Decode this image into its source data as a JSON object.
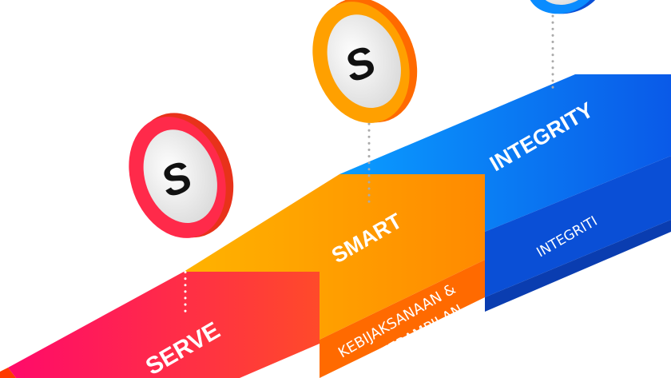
{
  "steps": [
    {
      "title": "SERVE",
      "subtitle": "",
      "color": "#ff1a5e"
    },
    {
      "title": "SMART",
      "subtitle_line1": "KEBIJAKSANAAN &",
      "subtitle_line2": "BERKETERAMPILAN",
      "color": "#ff9500"
    },
    {
      "title": "INTEGRITY",
      "subtitle": "INTEGRITI",
      "color": "#0a6cf0"
    }
  ],
  "badge_letter": "S"
}
